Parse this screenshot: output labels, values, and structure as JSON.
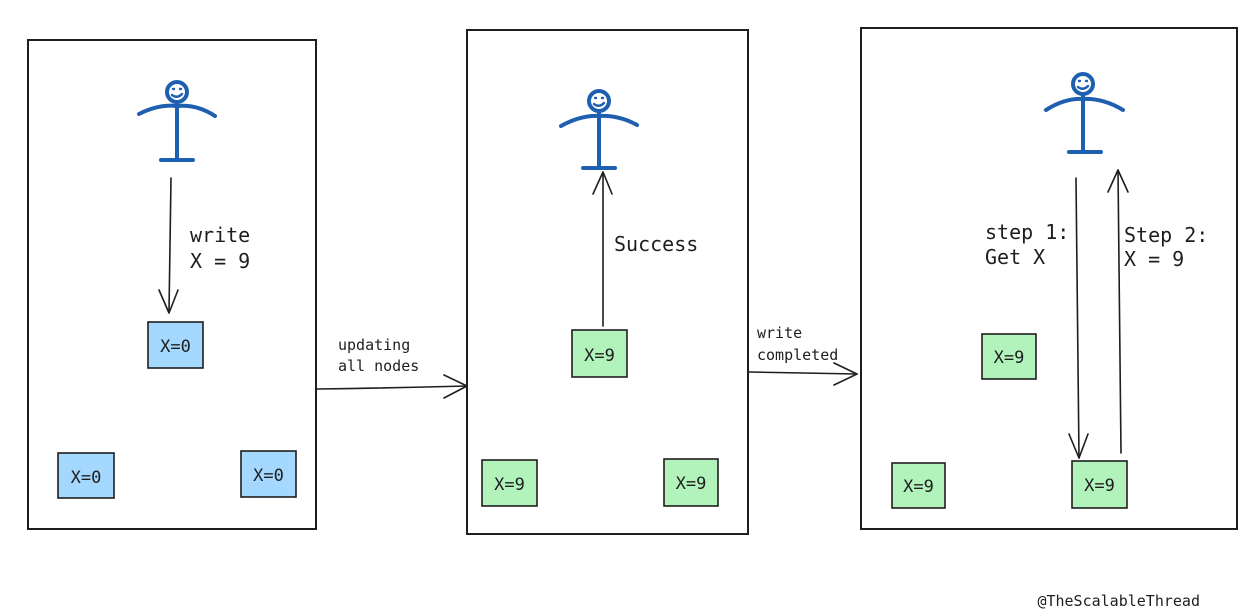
{
  "nodes": {
    "panel1_top": "X=0",
    "panel1_left": "X=0",
    "panel1_right": "X=0",
    "panel2_top": "X=9",
    "panel2_left": "X=9",
    "panel2_right": "X=9",
    "panel3_top": "X=9",
    "panel3_left": "X=9",
    "panel3_right": "X=9"
  },
  "labels": {
    "write_line1": "write",
    "write_line2": "X = 9",
    "updating_line1": "updating",
    "updating_line2": "all nodes",
    "success": "Success",
    "completed_line1": "write",
    "completed_line2": "completed",
    "step1_line1": "step 1:",
    "step1_line2": "Get X",
    "step2_line1": "Step 2:",
    "step2_line2": "X = 9"
  },
  "watermark": "@TheScalableThread",
  "colors": {
    "old_value_node": "#a5d8ff",
    "new_value_node": "#b2f2bb",
    "person": "#1f5fb0"
  }
}
